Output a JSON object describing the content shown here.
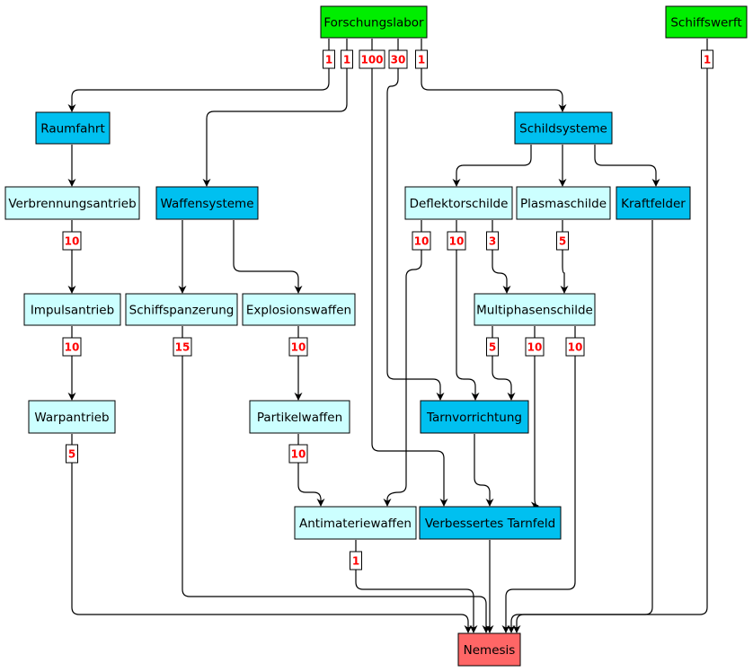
{
  "colors": {
    "green": "#00ee00",
    "blue": "#00c0f0",
    "light": "#ccffff",
    "red": "#ff6666",
    "label_text": "#ff0000"
  },
  "nodes": [
    {
      "id": "forschungslabor",
      "label": "Forschungslabor",
      "color": "green"
    },
    {
      "id": "schiffswerft",
      "label": "Schiffswerft",
      "color": "green"
    },
    {
      "id": "raumfahrt",
      "label": "Raumfahrt",
      "color": "blue"
    },
    {
      "id": "schildsysteme",
      "label": "Schildsysteme",
      "color": "blue"
    },
    {
      "id": "verbrennungsantrieb",
      "label": "Verbrennungsantrieb",
      "color": "light"
    },
    {
      "id": "waffensysteme",
      "label": "Waffensysteme",
      "color": "blue"
    },
    {
      "id": "deflektorschilde",
      "label": "Deflektorschilde",
      "color": "light"
    },
    {
      "id": "plasmaschilde",
      "label": "Plasmaschilde",
      "color": "light"
    },
    {
      "id": "kraftfelder",
      "label": "Kraftfelder",
      "color": "blue"
    },
    {
      "id": "impulsantrieb",
      "label": "Impulsantrieb",
      "color": "light"
    },
    {
      "id": "schiffspanzerung",
      "label": "Schiffspanzerung",
      "color": "light"
    },
    {
      "id": "explosionswaffen",
      "label": "Explosionswaffen",
      "color": "light"
    },
    {
      "id": "multiphasenschilde",
      "label": "Multiphasenschilde",
      "color": "light"
    },
    {
      "id": "warpantrieb",
      "label": "Warpantrieb",
      "color": "light"
    },
    {
      "id": "partikelwaffen",
      "label": "Partikelwaffen",
      "color": "light"
    },
    {
      "id": "tarnvorrichtung",
      "label": "Tarnvorrichtung",
      "color": "blue"
    },
    {
      "id": "antimateriewaffen",
      "label": "Antimateriewaffen",
      "color": "light"
    },
    {
      "id": "verbessertes_tarnfeld",
      "label": "Verbessertes Tarnfeld",
      "color": "blue"
    },
    {
      "id": "nemesis",
      "label": "Nemesis",
      "color": "red"
    }
  ],
  "edges": [
    {
      "from": "forschungslabor",
      "to": "raumfahrt",
      "label": "1"
    },
    {
      "from": "forschungslabor",
      "to": "waffensysteme",
      "label": "1"
    },
    {
      "from": "forschungslabor",
      "to": "verbessertes_tarnfeld",
      "label": "100"
    },
    {
      "from": "forschungslabor",
      "to": "tarnvorrichtung",
      "label": "30"
    },
    {
      "from": "forschungslabor",
      "to": "schildsysteme",
      "label": "1"
    },
    {
      "from": "schiffswerft",
      "to": "nemesis",
      "label": "1"
    },
    {
      "from": "raumfahrt",
      "to": "verbrennungsantrieb",
      "label": ""
    },
    {
      "from": "schildsysteme",
      "to": "deflektorschilde",
      "label": ""
    },
    {
      "from": "schildsysteme",
      "to": "plasmaschilde",
      "label": ""
    },
    {
      "from": "schildsysteme",
      "to": "kraftfelder",
      "label": ""
    },
    {
      "from": "verbrennungsantrieb",
      "to": "impulsantrieb",
      "label": "10"
    },
    {
      "from": "waffensysteme",
      "to": "schiffspanzerung",
      "label": ""
    },
    {
      "from": "waffensysteme",
      "to": "explosionswaffen",
      "label": ""
    },
    {
      "from": "deflektorschilde",
      "to": "antimateriewaffen",
      "label": "10"
    },
    {
      "from": "deflektorschilde",
      "to": "tarnvorrichtung",
      "label": "10"
    },
    {
      "from": "deflektorschilde",
      "to": "multiphasenschilde",
      "label": "3"
    },
    {
      "from": "plasmaschilde",
      "to": "multiphasenschilde",
      "label": "5"
    },
    {
      "from": "kraftfelder",
      "to": "nemesis",
      "label": ""
    },
    {
      "from": "impulsantrieb",
      "to": "warpantrieb",
      "label": "10"
    },
    {
      "from": "schiffspanzerung",
      "to": "nemesis",
      "label": "15"
    },
    {
      "from": "explosionswaffen",
      "to": "partikelwaffen",
      "label": "10"
    },
    {
      "from": "multiphasenschilde",
      "to": "tarnvorrichtung",
      "label": "5"
    },
    {
      "from": "multiphasenschilde",
      "to": "verbessertes_tarnfeld",
      "label": "10"
    },
    {
      "from": "multiphasenschilde",
      "to": "nemesis",
      "label": "10"
    },
    {
      "from": "warpantrieb",
      "to": "nemesis",
      "label": "5"
    },
    {
      "from": "partikelwaffen",
      "to": "antimateriewaffen",
      "label": "10"
    },
    {
      "from": "tarnvorrichtung",
      "to": "verbessertes_tarnfeld",
      "label": ""
    },
    {
      "from": "antimateriewaffen",
      "to": "nemesis",
      "label": "1"
    },
    {
      "from": "verbessertes_tarnfeld",
      "to": "nemesis",
      "label": ""
    }
  ]
}
